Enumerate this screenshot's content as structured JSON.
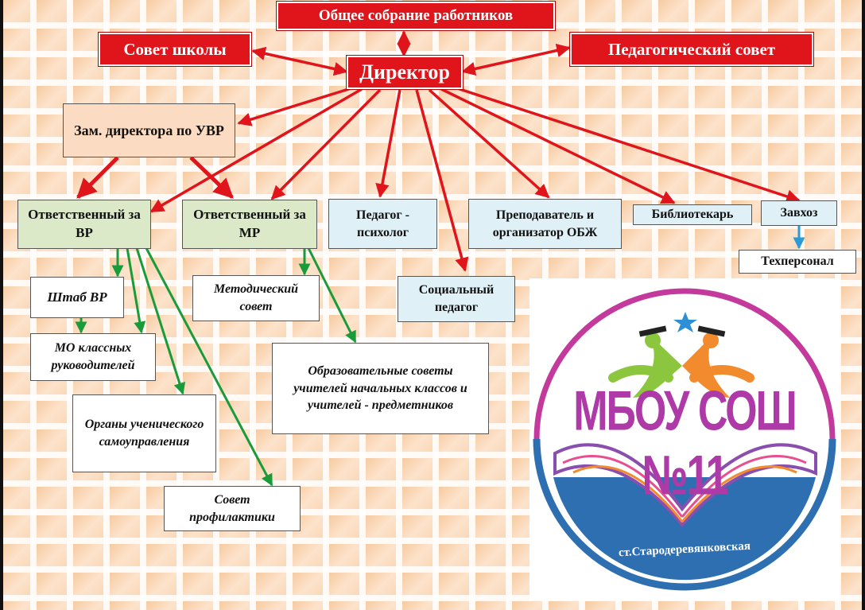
{
  "nodes": {
    "general_meeting": "Общее собрание работников",
    "school_council": "Совет школы",
    "director": "Директор",
    "pedagogical_council": "Педагогический совет",
    "deputy_director": "Зам. директора по УВР",
    "responsible_vr": "Ответственный за ВР",
    "responsible_mr": "Ответственный за МР",
    "psychologist": "Педагог - психолог",
    "obzh_teacher": "Преподаватель и организатор ОБЖ",
    "librarian": "Библиотекарь",
    "caretaker": "Завхоз",
    "tech_staff": "Техперсонал",
    "social_pedagogue": "Социальный педагог",
    "vr_headquarters": "Штаб ВР",
    "class_teachers_mo": "МО классных руководителей",
    "student_government": "Органы ученического самоуправления",
    "prevention_council": "Совет профилактики",
    "methodical_council": "Методический совет",
    "educational_councils": "Образовательные советы учителей начальных классов и учителей - предметников"
  },
  "logo": {
    "title": "МБОУ СОШ №11",
    "caption": "ст.Стародеревянковская"
  },
  "colors": {
    "red_box": "#e0141b",
    "red_arrow": "#e0141b",
    "green_arrow": "#1a9b3a",
    "blue_arrow": "#2a9bd6",
    "deputy_box": "#fbdcc2",
    "responsible_box": "#dce9c9",
    "specialist_box": "#dff0f7"
  }
}
